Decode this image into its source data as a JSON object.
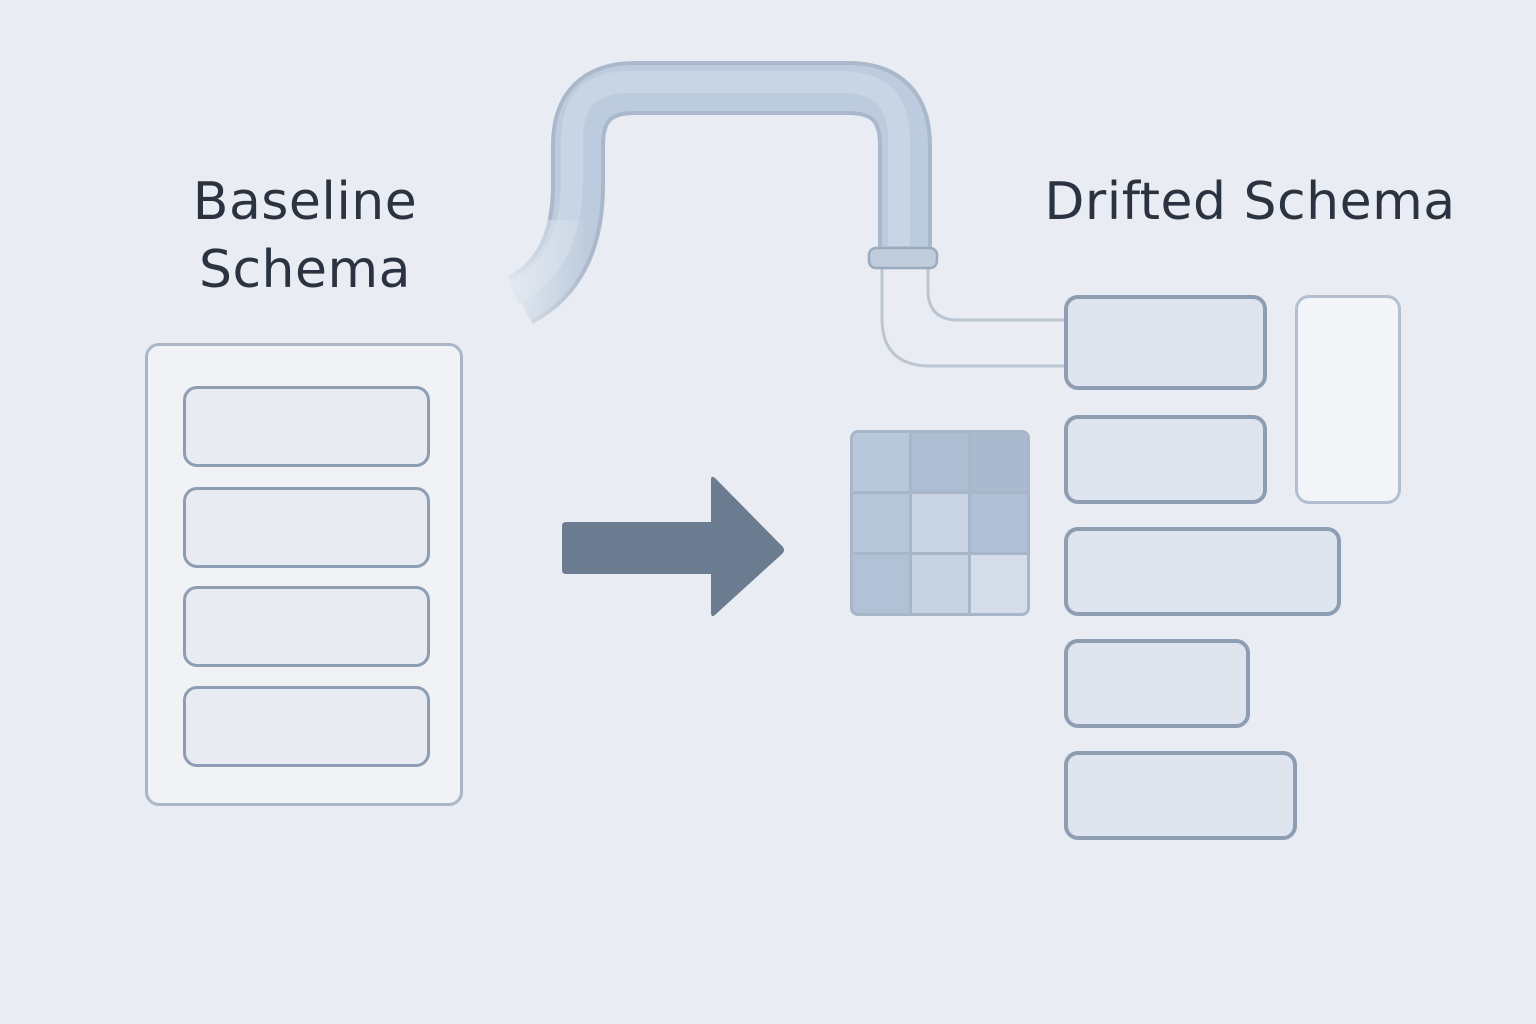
{
  "baseline": {
    "title_line1": "Baseline",
    "title_line2": "Schema",
    "field_count": 4
  },
  "drifted": {
    "title": "Drifted Schema",
    "field_count": 5,
    "extra_field_count": 1
  },
  "colors": {
    "background": "#e9edf3",
    "text": "#2b3340",
    "outline": "#8d9db2",
    "arrow": "#6b7c90",
    "pipe": "#bccbdd",
    "grid_cells": [
      "#b8c7d9",
      "#aebfd4",
      "#a9bace",
      "#b6c5d8",
      "#c8d4e3",
      "#afc0d5",
      "#b2c2d6",
      "#c6d2e1",
      "#d4dde9"
    ]
  }
}
